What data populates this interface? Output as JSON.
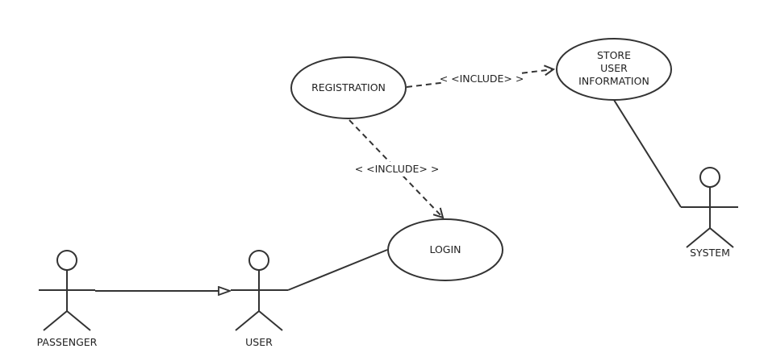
{
  "use_cases": {
    "registration": "REGISTRATION",
    "store_line1": "STORE",
    "store_line2": "USER",
    "store_line3": "INFORMATION",
    "login": "LOGIN"
  },
  "actors": {
    "passenger": "PASSENGER",
    "user": "USER",
    "system": "SYSTEM"
  },
  "relationships": {
    "include_registration_store": "< <INCLUDE> >",
    "include_registration_login": "< <INCLUDE> >"
  },
  "colors": {
    "line": "#333333",
    "background": "#ffffff"
  }
}
